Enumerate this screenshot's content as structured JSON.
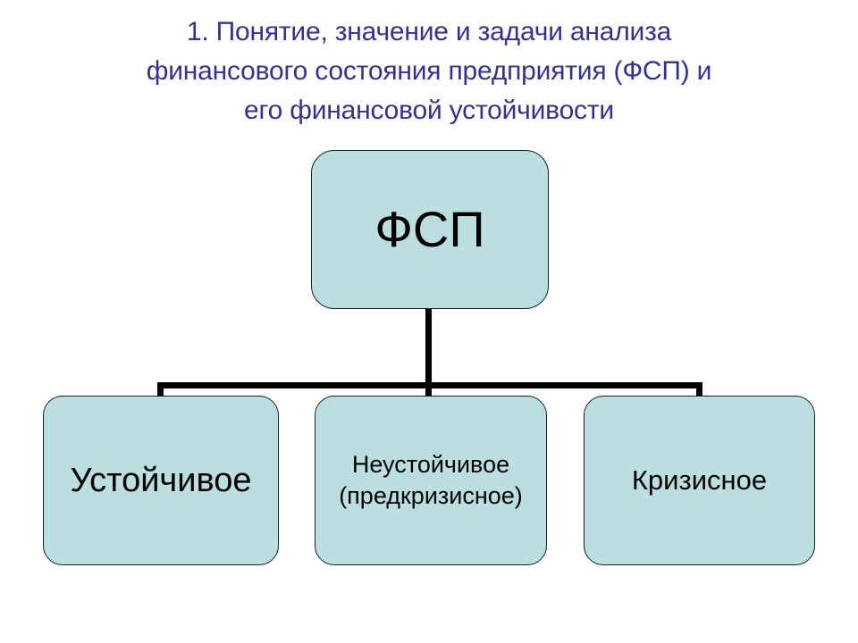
{
  "slide": {
    "background_color": "#ffffff",
    "title": {
      "color": "#33338c",
      "lines": [
        "1. Понятие, значение и задачи анализа",
        "финансового состояния предприятия (ФСП) и",
        "его финансовой устойчивости"
      ]
    }
  },
  "diagram": {
    "node_fill_color": "#bcdee1",
    "node_border_color": "#17202a",
    "connector_color": "#000000",
    "root": {
      "label": "ФСП"
    },
    "children": [
      {
        "label": "Устойчивое"
      },
      {
        "line1": "Неустойчивое",
        "line2": "(предкризисное)"
      },
      {
        "label": "Кризисное"
      }
    ]
  }
}
